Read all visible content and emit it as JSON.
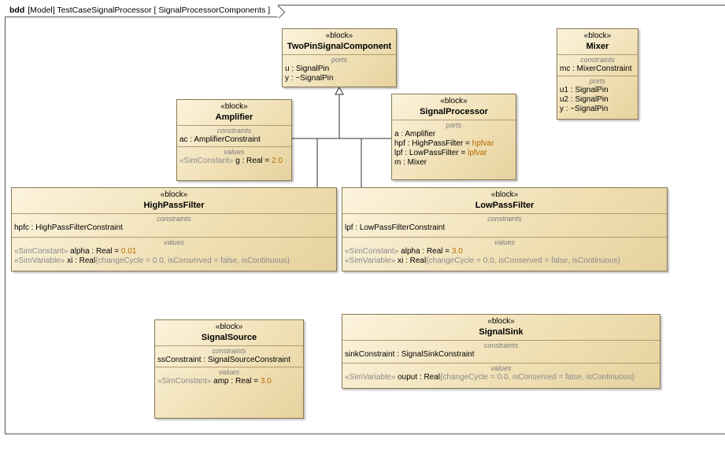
{
  "diagram": {
    "kind": "bdd",
    "context": "[Model] TestCaseSignalProcessor [ SignalProcessorComponents ]"
  },
  "labels": {
    "block_stereotype": "«block»",
    "ports": "ports",
    "constraints": "constraints",
    "values": "values",
    "parts": "parts"
  },
  "blocks": {
    "two_pin": {
      "name": "TwoPinSignalComponent",
      "ports": [
        "u : SignalPin",
        "y : ~SignalPin"
      ]
    },
    "mixer": {
      "name": "Mixer",
      "constraints": [
        "mc : MixerConstraint"
      ],
      "ports": [
        "u1 : SignalPin",
        "u2 : SignalPin",
        "y : ~SignalPin"
      ]
    },
    "amplifier": {
      "name": "Amplifier",
      "constraint": "ac : AmplifierConstraint",
      "value": {
        "stereo": "«SimConstant»",
        "text": "g : Real = ",
        "val": "2.0"
      }
    },
    "signal_processor": {
      "name": "SignalProcessor",
      "parts": [
        {
          "text": "a : Amplifier",
          "val": ""
        },
        {
          "text": "hpf : HighPassFilter = ",
          "val": "hpfvar"
        },
        {
          "text": "lpf : LowPassFilter = ",
          "val": "lpfvar"
        },
        {
          "text": "m : Mixer",
          "val": ""
        }
      ]
    },
    "high_pass": {
      "name": "HighPassFilter",
      "constraint": "hpfc : HighPassFilterConstraint",
      "value1": {
        "stereo": "«SimConstant»",
        "text": "alpha : Real = ",
        "val": "0.01"
      },
      "value2": {
        "stereo": "«SimVariable»",
        "text": "xi : Real",
        "tail": "{changeCycle = 0.0, isConserved = false, isContinuous}"
      }
    },
    "low_pass": {
      "name": "LowPassFilter",
      "constraint": "lpf : LowPassFilterConstraint",
      "value1": {
        "stereo": "«SimConstant»",
        "text": "alpha : Real = ",
        "val": "3.0"
      },
      "value2": {
        "stereo": "«SimVariable»",
        "text": "xi : Real",
        "tail": "{changeCycle = 0.0, isConserved = false, isContinuous}"
      }
    },
    "signal_source": {
      "name": "SignalSource",
      "constraint": "ssConstraint : SignalSourceConstraint",
      "value": {
        "stereo": "«SimConstant»",
        "text": "amp : Real = ",
        "val": "3.0"
      }
    },
    "signal_sink": {
      "name": "SignalSink",
      "constraint": "sinkConstraint : SignalSinkConstraint",
      "value": {
        "stereo": "«SimVariable»",
        "text": "ouput : Real",
        "tail": "{changeCycle = 0.0, isConserved = false, isContinuous}"
      }
    }
  }
}
